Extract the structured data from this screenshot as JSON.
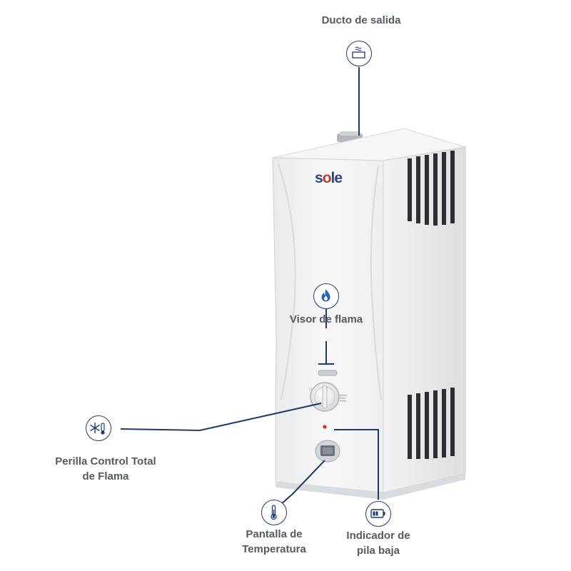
{
  "brand": {
    "name_start": "s",
    "name_accent": "o",
    "name_end": "le"
  },
  "colors": {
    "line": "#1f3b6a",
    "label": "#555a5f",
    "brand": "#2f4684",
    "indicator_light": "#d9302b"
  },
  "callouts": {
    "outlet": {
      "label": "Ducto de salida",
      "icon": "exhaust-duct-icon"
    },
    "flame_viewer": {
      "label": "Visor de flama",
      "icon": "flame-icon"
    },
    "knob": {
      "label_line1": "Perilla Control Total",
      "label_line2": "de Flama",
      "icon": "snowflake-thermometer-icon"
    },
    "display": {
      "label_line1": "Pantalla de",
      "label_line2": "Temperatura",
      "icon": "thermometer-icon"
    },
    "battery": {
      "label_line1": "Indicador de",
      "label_line2": "pila baja",
      "icon": "battery-low-icon"
    }
  }
}
